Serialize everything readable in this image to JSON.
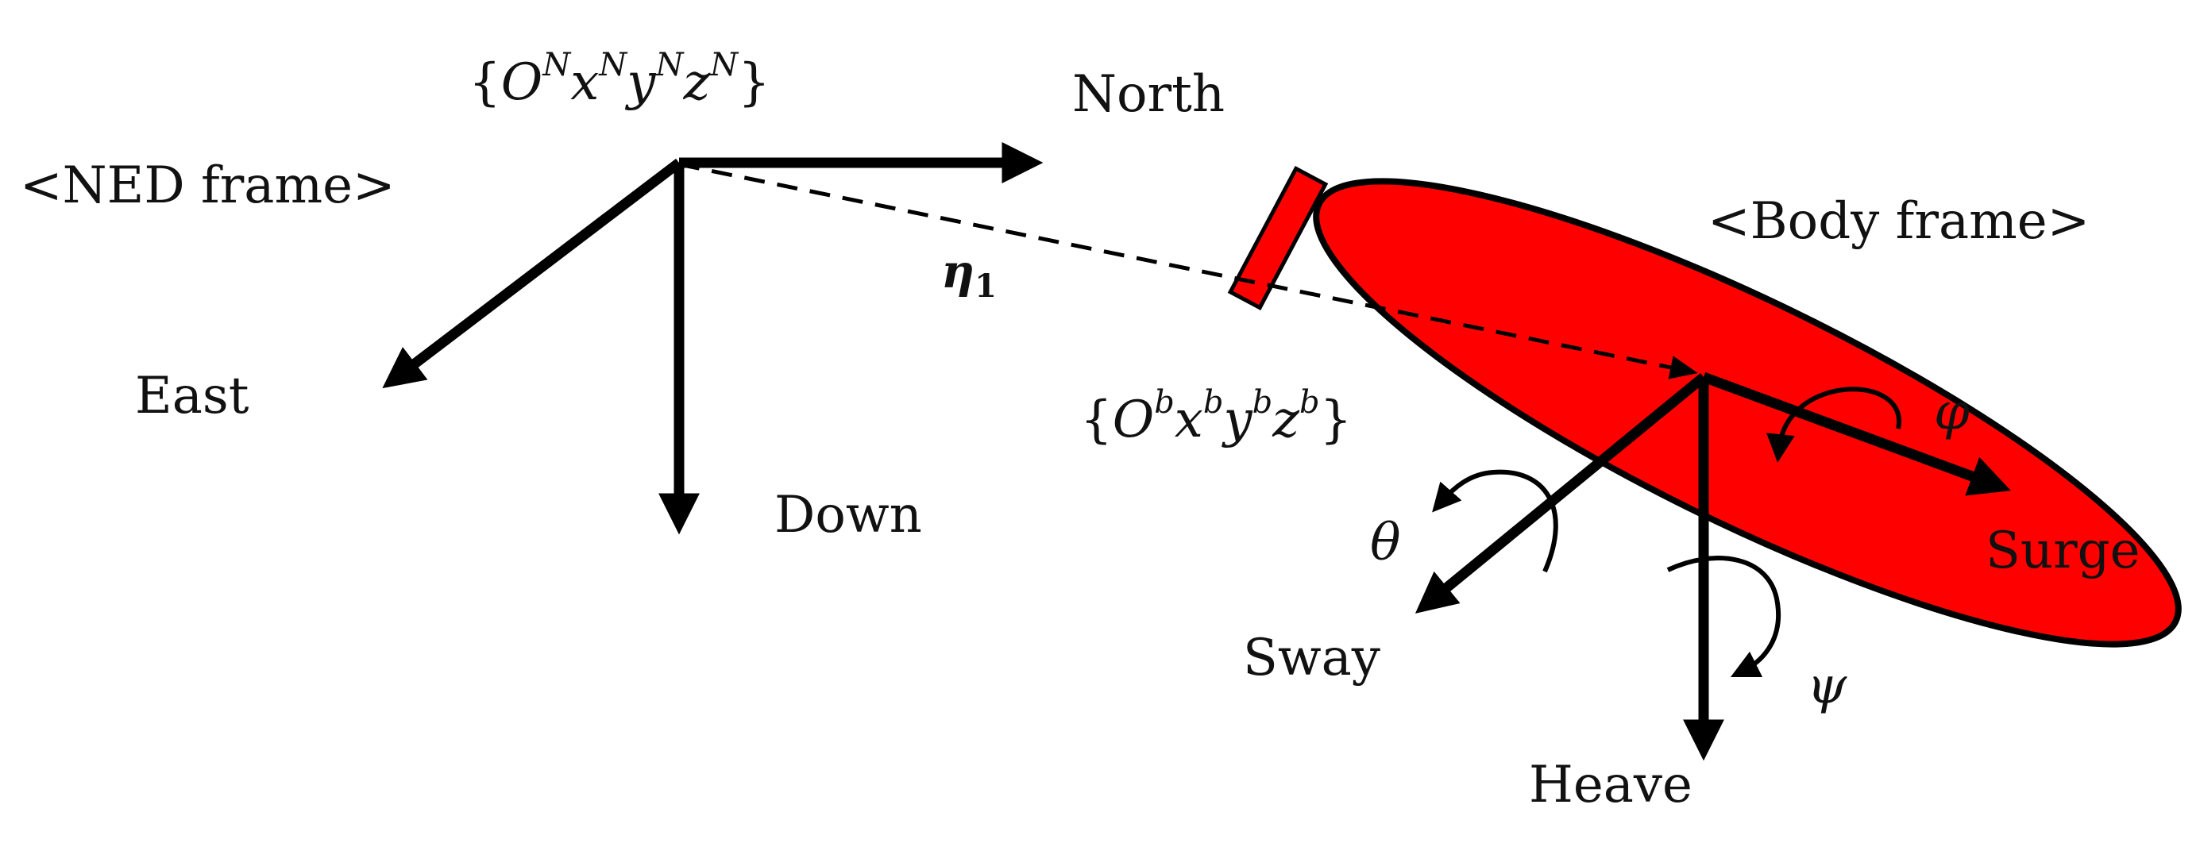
{
  "ned_frame": {
    "label": "<NED frame>",
    "coord_label": {
      "open": "{",
      "O": "O",
      "x": "x",
      "y": "y",
      "z": "z",
      "sup": "N",
      "close": "}"
    },
    "axes": {
      "north": "North",
      "east": "East",
      "down": "Down"
    }
  },
  "body_frame": {
    "label": "<Body frame>",
    "coord_label": {
      "open": "{",
      "O": "O",
      "x": "x",
      "y": "y",
      "z": "z",
      "sup": "b",
      "close": "}"
    },
    "axes": {
      "surge": "Surge",
      "sway": "Sway",
      "heave": "Heave"
    },
    "rotations": {
      "roll": "φ",
      "pitch": "θ",
      "yaw": "ψ"
    }
  },
  "position_vector": {
    "label": "η",
    "subscript": "1"
  },
  "colors": {
    "hull": "#ff0000",
    "axis": "#000000",
    "text": "#111111"
  }
}
